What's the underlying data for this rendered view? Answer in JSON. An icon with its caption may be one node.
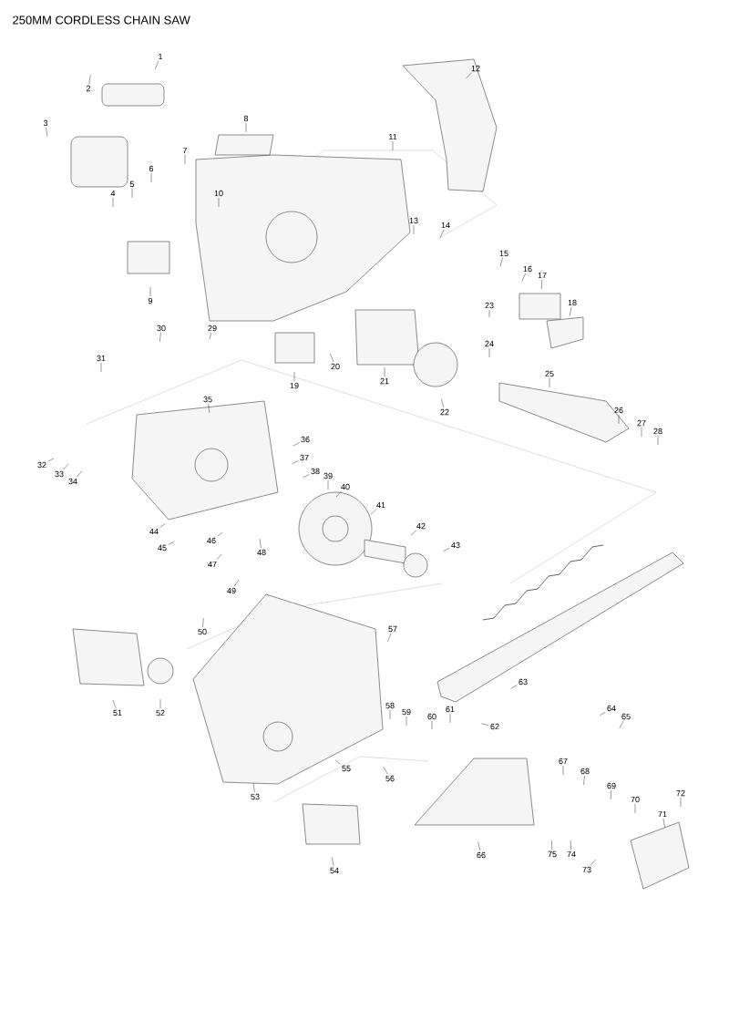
{
  "diagram": {
    "title": "250MM CORDLESS CHAIN SAW",
    "nodes": [
      {
        "text": [
          "1"
        ]
      },
      {
        "text": [
          "2"
        ]
      },
      {
        "text": [
          "3"
        ]
      },
      {
        "text": [
          "4"
        ]
      },
      {
        "text": [
          "5"
        ]
      },
      {
        "text": [
          "6"
        ]
      },
      {
        "text": [
          "7"
        ]
      },
      {
        "text": [
          "8"
        ]
      },
      {
        "text": [
          "9"
        ]
      },
      {
        "text": [
          "10"
        ]
      },
      {
        "text": [
          "11"
        ]
      },
      {
        "text": [
          "12"
        ]
      },
      {
        "text": [
          "13"
        ]
      },
      {
        "text": [
          "14"
        ]
      },
      {
        "text": [
          "15"
        ]
      },
      {
        "text": [
          "16"
        ]
      },
      {
        "text": [
          "17"
        ]
      },
      {
        "text": [
          "18"
        ]
      },
      {
        "text": [
          "19"
        ]
      },
      {
        "text": [
          "20"
        ]
      },
      {
        "text": [
          "21"
        ]
      },
      {
        "text": [
          "22"
        ]
      },
      {
        "text": [
          "23"
        ]
      },
      {
        "text": [
          "24"
        ]
      },
      {
        "text": [
          "25"
        ]
      },
      {
        "text": [
          "26"
        ]
      },
      {
        "text": [
          "27"
        ]
      },
      {
        "text": [
          "28"
        ]
      },
      {
        "text": [
          "29"
        ]
      },
      {
        "text": [
          "30"
        ]
      },
      {
        "text": [
          "31"
        ]
      },
      {
        "text": [
          "32"
        ]
      },
      {
        "text": [
          "33"
        ]
      },
      {
        "text": [
          "34"
        ]
      },
      {
        "text": [
          "35"
        ]
      },
      {
        "text": [
          "36"
        ]
      },
      {
        "text": [
          "37"
        ]
      },
      {
        "text": [
          "38"
        ]
      },
      {
        "text": [
          "39"
        ]
      },
      {
        "text": [
          "40"
        ]
      },
      {
        "text": [
          "41"
        ]
      },
      {
        "text": [
          "42"
        ]
      },
      {
        "text": [
          "43"
        ]
      },
      {
        "text": [
          "44"
        ]
      },
      {
        "text": [
          "45"
        ]
      },
      {
        "text": [
          "46"
        ]
      },
      {
        "text": [
          "47"
        ]
      },
      {
        "text": [
          "48"
        ]
      },
      {
        "text": [
          "49"
        ]
      },
      {
        "text": [
          "50"
        ]
      },
      {
        "text": [
          "51"
        ]
      },
      {
        "text": [
          "52"
        ]
      },
      {
        "text": [
          "53"
        ]
      },
      {
        "text": [
          "54"
        ]
      },
      {
        "text": [
          "55"
        ]
      },
      {
        "text": [
          "56"
        ]
      },
      {
        "text": [
          "57"
        ]
      },
      {
        "text": [
          "58"
        ]
      },
      {
        "text": [
          "59"
        ]
      },
      {
        "text": [
          "60"
        ]
      },
      {
        "text": [
          "61"
        ]
      },
      {
        "text": [
          "62"
        ]
      },
      {
        "text": [
          "63"
        ]
      },
      {
        "text": [
          "64"
        ]
      },
      {
        "text": [
          "65"
        ]
      },
      {
        "text": [
          "66"
        ]
      },
      {
        "text": [
          "67"
        ]
      },
      {
        "text": [
          "68"
        ]
      },
      {
        "text": [
          "69"
        ]
      },
      {
        "text": [
          "70"
        ]
      },
      {
        "text": [
          "71"
        ]
      },
      {
        "text": [
          "72"
        ]
      },
      {
        "text": [
          "73"
        ]
      },
      {
        "text": [
          "74"
        ]
      },
      {
        "text": [
          "75"
        ]
      }
    ],
    "edges": [
      {
        "from": 0,
        "to": null,
        "arrow": "none"
      },
      {
        "from": 1,
        "to": null,
        "arrow": "none"
      },
      {
        "from": 2,
        "to": null,
        "arrow": "none"
      },
      {
        "from": 3,
        "to": null,
        "arrow": "none"
      },
      {
        "from": 4,
        "to": null,
        "arrow": "none"
      },
      {
        "from": 5,
        "to": null,
        "arrow": "none"
      },
      {
        "from": 6,
        "to": null,
        "arrow": "none"
      },
      {
        "from": 7,
        "to": null,
        "arrow": "none"
      },
      {
        "from": 8,
        "to": null,
        "arrow": "none"
      },
      {
        "from": 9,
        "to": null,
        "arrow": "none"
      },
      {
        "from": 10,
        "to": null,
        "arrow": "none"
      },
      {
        "from": 11,
        "to": null,
        "arrow": "none"
      },
      {
        "from": 12,
        "to": null,
        "arrow": "none"
      },
      {
        "from": 13,
        "to": null,
        "arrow": "none"
      },
      {
        "from": 14,
        "to": null,
        "arrow": "none"
      },
      {
        "from": 15,
        "to": null,
        "arrow": "none"
      },
      {
        "from": 16,
        "to": null,
        "arrow": "none"
      },
      {
        "from": 17,
        "to": null,
        "arrow": "none"
      },
      {
        "from": 18,
        "to": null,
        "arrow": "none"
      },
      {
        "from": 19,
        "to": null,
        "arrow": "none"
      },
      {
        "from": 20,
        "to": null,
        "arrow": "none"
      },
      {
        "from": 21,
        "to": null,
        "arrow": "none"
      },
      {
        "from": 22,
        "to": null,
        "arrow": "none"
      },
      {
        "from": 23,
        "to": null,
        "arrow": "none"
      },
      {
        "from": 24,
        "to": null,
        "arrow": "none"
      },
      {
        "from": 25,
        "to": null,
        "arrow": "none"
      },
      {
        "from": 26,
        "to": null,
        "arrow": "none"
      },
      {
        "from": 27,
        "to": null,
        "arrow": "none"
      },
      {
        "from": 28,
        "to": null,
        "arrow": "none"
      },
      {
        "from": 29,
        "to": null,
        "arrow": "none"
      },
      {
        "from": 30,
        "to": null,
        "arrow": "none"
      },
      {
        "from": 31,
        "to": null,
        "arrow": "none"
      },
      {
        "from": 32,
        "to": null,
        "arrow": "none"
      },
      {
        "from": 33,
        "to": null,
        "arrow": "none"
      },
      {
        "from": 34,
        "to": null,
        "arrow": "none"
      },
      {
        "from": 35,
        "to": null,
        "arrow": "none"
      },
      {
        "from": 36,
        "to": null,
        "arrow": "none"
      },
      {
        "from": 37,
        "to": null,
        "arrow": "none"
      },
      {
        "from": 38,
        "to": null,
        "arrow": "none"
      },
      {
        "from": 39,
        "to": null,
        "arrow": "none"
      },
      {
        "from": 40,
        "to": null,
        "arrow": "none"
      },
      {
        "from": 41,
        "to": null,
        "arrow": "none"
      },
      {
        "from": 42,
        "to": null,
        "arrow": "none"
      },
      {
        "from": 43,
        "to": null,
        "arrow": "none"
      },
      {
        "from": 44,
        "to": null,
        "arrow": "none"
      },
      {
        "from": 45,
        "to": null,
        "arrow": "none"
      },
      {
        "from": 46,
        "to": null,
        "arrow": "none"
      },
      {
        "from": 47,
        "to": null,
        "arrow": "none"
      },
      {
        "from": 48,
        "to": null,
        "arrow": "none"
      },
      {
        "from": 49,
        "to": null,
        "arrow": "none"
      },
      {
        "from": 50,
        "to": null,
        "arrow": "none"
      },
      {
        "from": 51,
        "to": null,
        "arrow": "none"
      },
      {
        "from": 52,
        "to": null,
        "arrow": "none"
      },
      {
        "from": 53,
        "to": null,
        "arrow": "none"
      },
      {
        "from": 54,
        "to": null,
        "arrow": "none"
      },
      {
        "from": 55,
        "to": null,
        "arrow": "none"
      },
      {
        "from": 56,
        "to": null,
        "arrow": "none"
      },
      {
        "from": 57,
        "to": null,
        "arrow": "none"
      },
      {
        "from": 58,
        "to": null,
        "arrow": "none"
      },
      {
        "from": 59,
        "to": null,
        "arrow": "none"
      },
      {
        "from": 60,
        "to": null,
        "arrow": "none"
      },
      {
        "from": 61,
        "to": null,
        "arrow": "none"
      },
      {
        "from": 62,
        "to": null,
        "arrow": "none"
      },
      {
        "from": 63,
        "to": null,
        "arrow": "none"
      },
      {
        "from": 64,
        "to": null,
        "arrow": "none"
      },
      {
        "from": 65,
        "to": null,
        "arrow": "none"
      },
      {
        "from": 66,
        "to": null,
        "arrow": "none"
      },
      {
        "from": 67,
        "to": null,
        "arrow": "none"
      },
      {
        "from": 68,
        "to": null,
        "arrow": "none"
      },
      {
        "from": 69,
        "to": null,
        "arrow": "none"
      },
      {
        "from": 70,
        "to": null,
        "arrow": "none"
      },
      {
        "from": 71,
        "to": null,
        "arrow": "none"
      },
      {
        "from": 72,
        "to": null,
        "arrow": "none"
      },
      {
        "from": 73,
        "to": null,
        "arrow": "none"
      },
      {
        "from": 74,
        "to": null,
        "arrow": "none"
      }
    ]
  }
}
